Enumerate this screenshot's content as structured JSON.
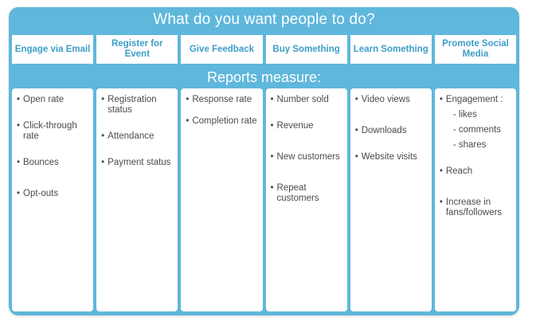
{
  "title": "What do you want people to do?",
  "subtitle": "Reports measure:",
  "columns": [
    {
      "header": "Engage via Email",
      "metrics": [
        "Open rate",
        "Click-through rate",
        "Bounces",
        "Opt-outs"
      ]
    },
    {
      "header": "Register for Event",
      "metrics": [
        "Registration status",
        "Attendance",
        "Payment status"
      ]
    },
    {
      "header": "Give Feedback",
      "metrics": [
        "Response rate",
        "Completion rate"
      ]
    },
    {
      "header": "Buy Something",
      "metrics": [
        "Number sold",
        "Revenue",
        "New customers",
        "Repeat customers"
      ]
    },
    {
      "header": "Learn Something",
      "metrics": [
        "Video views",
        "Downloads",
        "Website visits"
      ]
    },
    {
      "header": "Promote Social Media",
      "metrics": [
        "Engagement :",
        "Reach",
        "Increase in fans/followers"
      ],
      "engagement_subitems": [
        "-  likes",
        "- comments",
        "- shares"
      ]
    }
  ]
}
